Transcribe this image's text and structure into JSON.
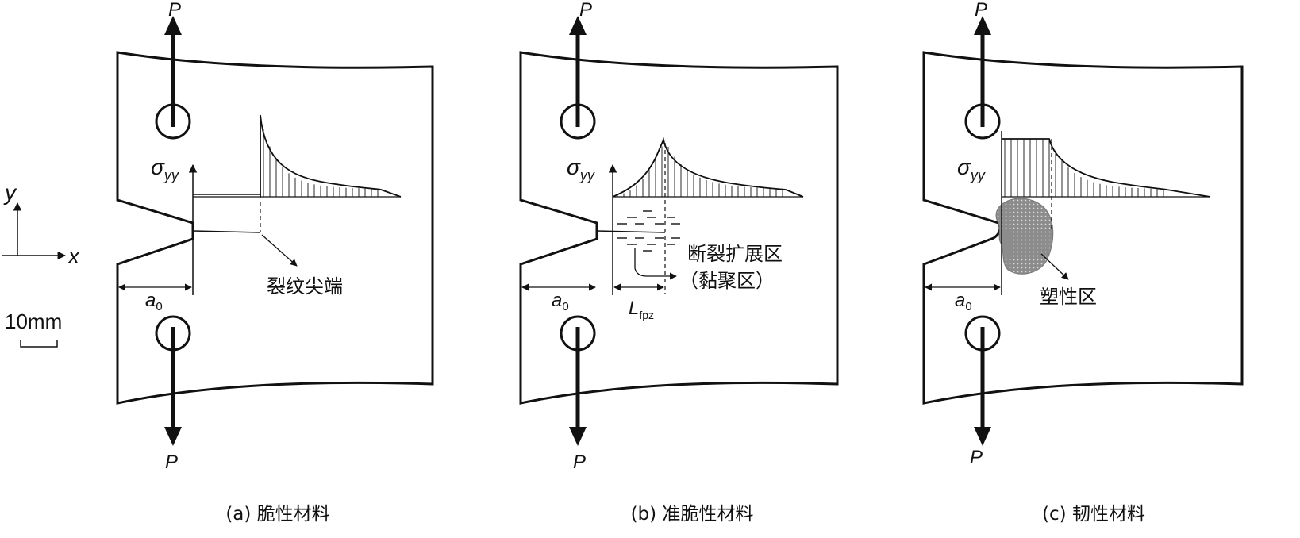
{
  "axis_indicator": {
    "y": "y",
    "x": "x"
  },
  "scale_bar": {
    "label": "10mm"
  },
  "panels": [
    {
      "caption": "(a) 脆性材料",
      "load_top": "P",
      "load_bottom": "P",
      "stress_symbol": "σ",
      "stress_subscript": "yy",
      "crack_length_symbol": "a",
      "crack_length_subscript": "0",
      "zone_label": "裂纹尖端"
    },
    {
      "caption": "(b) 准脆性材料",
      "load_top": "P",
      "load_bottom": "P",
      "stress_symbol": "σ",
      "stress_subscript": "yy",
      "crack_length_symbol": "a",
      "crack_length_subscript": "0",
      "zone_label": "断裂扩展区",
      "zone_label_line2": "（黏聚区）",
      "fpz_symbol": "L",
      "fpz_subscript": "fpz"
    },
    {
      "caption": "(c) 韧性材料",
      "load_top": "P",
      "load_bottom": "P",
      "stress_symbol": "σ",
      "stress_subscript": "yy",
      "crack_length_symbol": "a",
      "crack_length_subscript": "0",
      "zone_label": "塑性区"
    }
  ]
}
